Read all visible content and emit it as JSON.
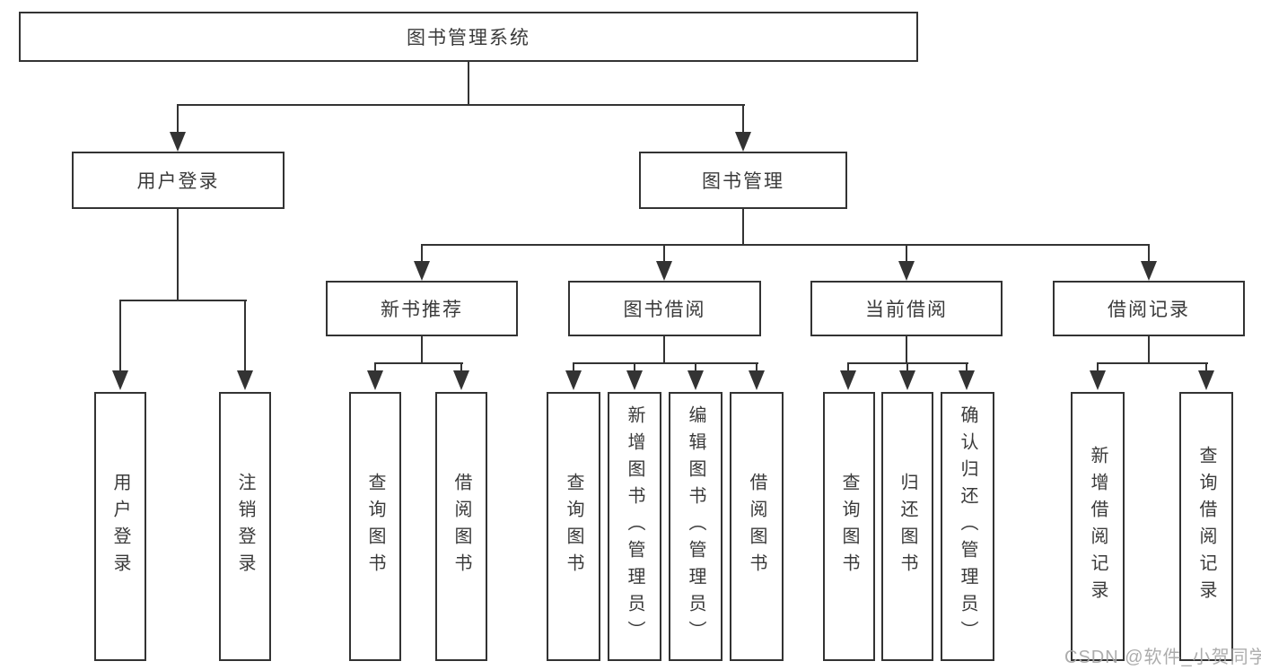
{
  "colors": {
    "line": "#333333",
    "text": "#3a3a3a",
    "box_background": "#ffffff",
    "page_background": "#ffffff",
    "watermark": "#a6a6a6"
  },
  "tree": {
    "root": {
      "label": "图书管理系统"
    },
    "level2": [
      {
        "id": "user-login",
        "label": "用户登录"
      },
      {
        "id": "book-management",
        "label": "图书管理"
      }
    ],
    "user_children": [
      {
        "label": "用户登录"
      },
      {
        "label": "注销登录"
      }
    ],
    "sections": [
      {
        "label": "新书推荐",
        "children": [
          {
            "label": "查询图书"
          },
          {
            "label": "借阅图书"
          }
        ]
      },
      {
        "label": "图书借阅",
        "children": [
          {
            "label": "查询图书"
          },
          {
            "label": "新增图书（管理员）"
          },
          {
            "label": "编辑图书（管理员）"
          },
          {
            "label": "借阅图书"
          }
        ]
      },
      {
        "label": "当前借阅",
        "children": [
          {
            "label": "查询图书"
          },
          {
            "label": "归还图书"
          },
          {
            "label": "确认归还（管理员）"
          }
        ]
      },
      {
        "label": "借阅记录",
        "children": [
          {
            "label": "新增借阅记录"
          },
          {
            "label": "查询借阅记录"
          }
        ]
      }
    ]
  },
  "watermark": {
    "text": "CSDN @软件_小贺同学"
  }
}
